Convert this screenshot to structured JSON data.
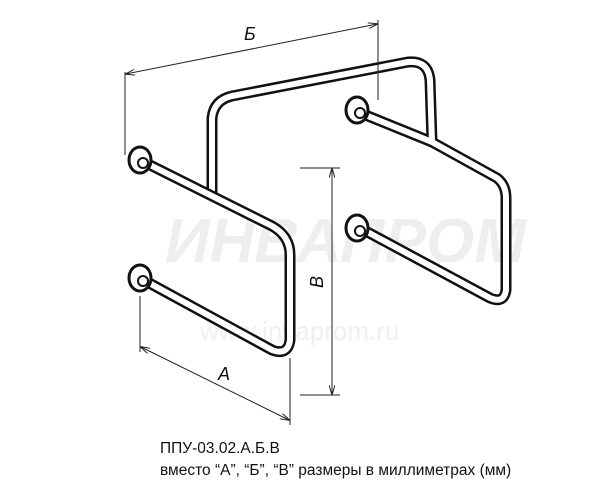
{
  "drawing": {
    "dimension_labels": {
      "a": "А",
      "b": "Б",
      "v": "В"
    },
    "watermark": {
      "brand": "ИНВАПРОМ",
      "url": "www.invaprom.ru"
    }
  },
  "caption": {
    "model": "ППУ-03.02.А.Б.В",
    "note": "вместо “А”, “Б”, “В” размеры в миллиметрах (мм)"
  }
}
